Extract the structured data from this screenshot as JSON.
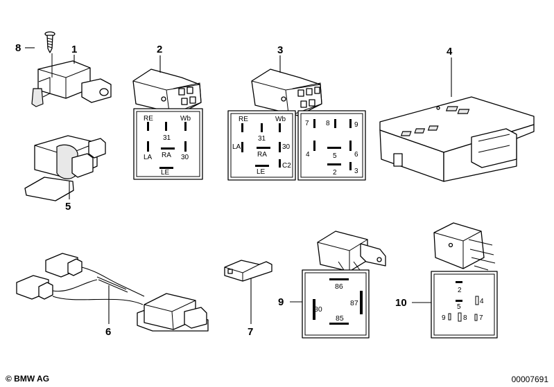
{
  "callouts": [
    "1",
    "2",
    "3",
    "4",
    "5",
    "6",
    "7",
    "8",
    "9",
    "10"
  ],
  "relay_2": {
    "pins": [
      "RE",
      "31",
      "Wb",
      "LA",
      "RA",
      "30",
      "LE"
    ]
  },
  "relay_3a": {
    "pins": [
      "RE",
      "31",
      "Wb",
      "LA",
      "30",
      "RA",
      "C2",
      "LE"
    ]
  },
  "relay_3b": {
    "pins": [
      "7",
      "8",
      "9",
      "4",
      "5",
      "6",
      "2",
      "3"
    ]
  },
  "relay_9": {
    "pins": [
      "86",
      "87",
      "30",
      "85"
    ]
  },
  "relay_10": {
    "pins": [
      "2",
      "5",
      "4",
      "9",
      "8",
      "7"
    ]
  },
  "footer": {
    "copyright": "© BMW AG",
    "drawing_no": "00007691"
  }
}
